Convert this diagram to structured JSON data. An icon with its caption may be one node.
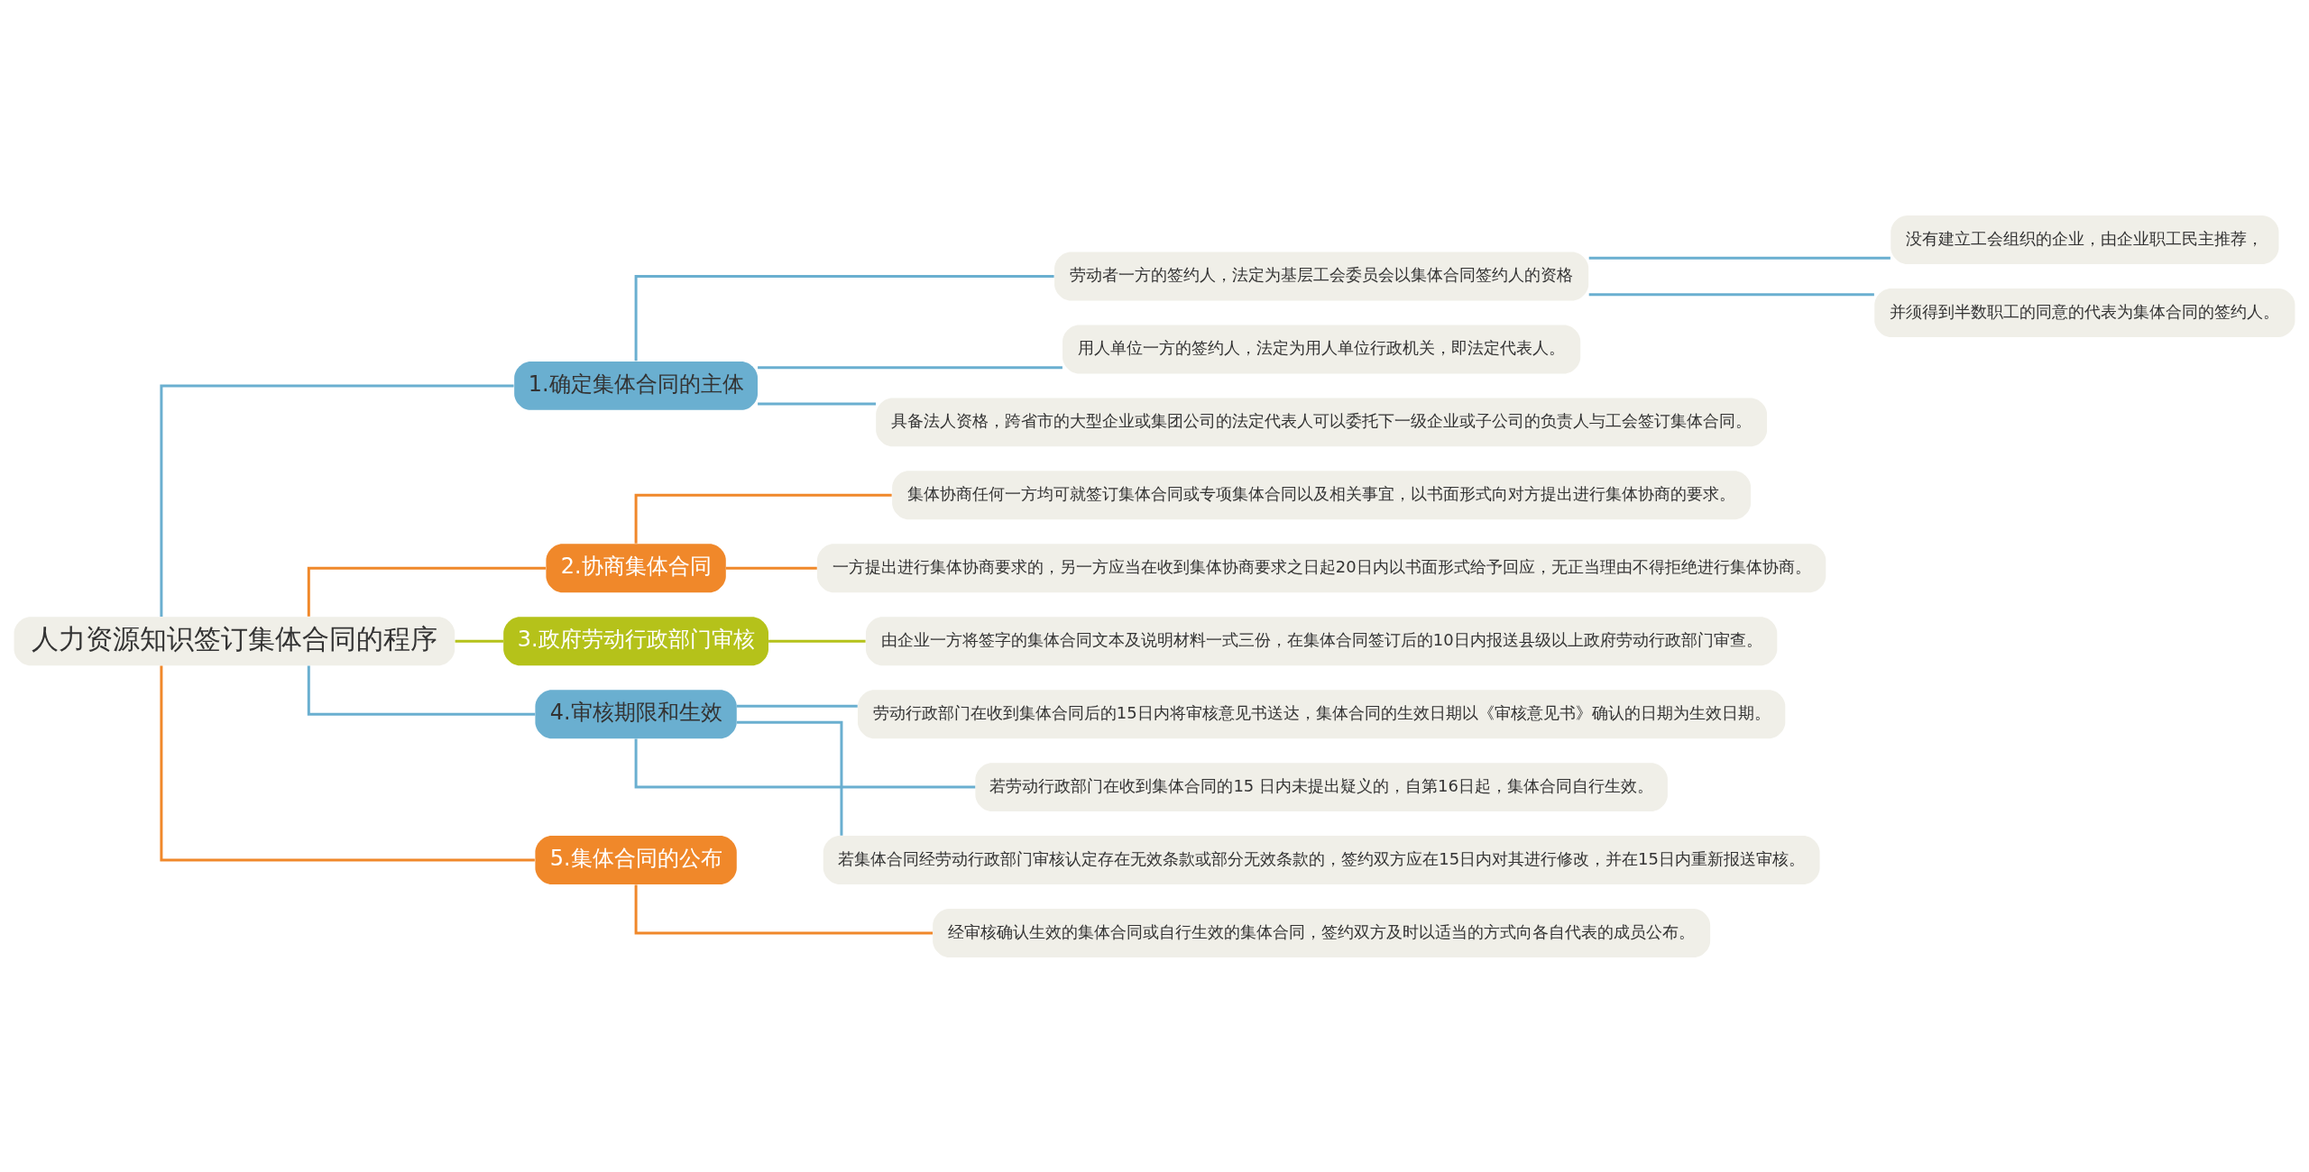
{
  "diagram": {
    "nodes": [
      {
        "text": [
          "人力资源知识签订集体合同的程序"
        ]
      },
      {
        "text": [
          "1.确定集体合同的主体"
        ]
      },
      {
        "text": [
          "劳动者一方的签约人，法定为基层工会委员会以集体合同签约人的资格"
        ]
      },
      {
        "text": [
          "没有建立工会组织的企业，由企业职工民主推荐，"
        ]
      },
      {
        "text": [
          "并须得到半数职工的同意的代表为集体合同的签约人。"
        ]
      },
      {
        "text": [
          "用人单位一方的签约人，法定为用人单位行政机关，即法定代表人。"
        ]
      },
      {
        "text": [
          "具备法人资格，跨省市的大型企业或集团公司的法定代表人可以委托下一级企业或子公司的负责人与工会签订集体合同。"
        ]
      },
      {
        "text": [
          "2.协商集体合同"
        ]
      },
      {
        "text": [
          "集体协商任何一方均可就签订集体合同或专项集体合同以及相关事宜，以书面形式向对方提出进行集体协商的要求。"
        ]
      },
      {
        "text": [
          "一方提出进行集体协商要求的，另一方应当在收到集体协商要求之日起20日内以书面形式给予回应，无正当理由不得拒绝进行集体协商。"
        ]
      },
      {
        "text": [
          "3.政府劳动行政部门审核"
        ]
      },
      {
        "text": [
          "由企业一方将签字的集体合同文本及说明材料一式三份，在集体合同签订后的10日内报送县级以上政府劳动行政部门审查。"
        ]
      },
      {
        "text": [
          "4.审核期限和生效"
        ]
      },
      {
        "text": [
          "劳动行政部门在收到集体合同后的15日内将审核意见书送达，集体合同的生效日期以《审核意见书》确认的日期为生效日期。"
        ]
      },
      {
        "text": [
          "若劳动行政部门在收到集体合同的15 日内未提出疑义的，自第16日起，集体合同自行生效。"
        ]
      },
      {
        "text": [
          "若集体合同经劳动行政部门审核认定存在无效条款或部分无效条款的，签约双方应在15日内对其进行修改，并在15日内重新报送审核。"
        ]
      },
      {
        "text": [
          "5.集体合同的公布"
        ]
      },
      {
        "text": [
          "经审核确认生效的集体合同或自行生效的集体合同，签约双方及时以适当的方式向各自代表的成员公布。"
        ]
      }
    ],
    "edges": [
      {
        "from": 0,
        "to": 1,
        "arrow": "none"
      },
      {
        "from": 1,
        "to": 2,
        "arrow": "none"
      },
      {
        "from": 2,
        "to": 3,
        "arrow": "none"
      },
      {
        "from": 2,
        "to": 4,
        "arrow": "none"
      },
      {
        "from": 1,
        "to": 5,
        "arrow": "none"
      },
      {
        "from": 1,
        "to": 6,
        "arrow": "none"
      },
      {
        "from": 0,
        "to": 7,
        "arrow": "none",
        "color": "#f0882a"
      },
      {
        "from": 7,
        "to": 8,
        "arrow": "none",
        "color": "#f0882a"
      },
      {
        "from": 7,
        "to": 9,
        "arrow": "none",
        "color": "#f0882a"
      },
      {
        "from": 0,
        "to": 10,
        "arrow": "none",
        "color": "#b5c21a"
      },
      {
        "from": 10,
        "to": 11,
        "arrow": "none",
        "color": "#b5c21a"
      },
      {
        "from": 0,
        "to": 12,
        "arrow": "none"
      },
      {
        "from": 12,
        "to": 13,
        "arrow": "none"
      },
      {
        "from": 12,
        "to": 14,
        "arrow": "none"
      },
      {
        "from": 12,
        "to": 15,
        "arrow": "none"
      },
      {
        "from": 0,
        "to": 16,
        "arrow": "none",
        "color": "#f0882a"
      },
      {
        "from": 16,
        "to": 17,
        "arrow": "none",
        "color": "#f0882a"
      }
    ]
  }
}
